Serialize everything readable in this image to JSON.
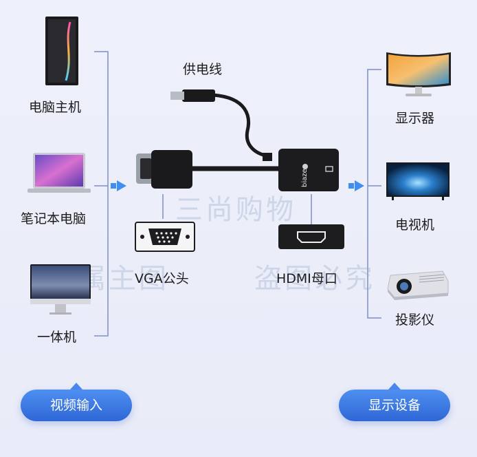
{
  "sources": [
    {
      "label": "电脑主机",
      "icon": "desktop-tower-icon"
    },
    {
      "label": "笔记本电脑",
      "icon": "laptop-icon"
    },
    {
      "label": "一体机",
      "icon": "all-in-one-pc-icon"
    }
  ],
  "displays": [
    {
      "label": "显示器",
      "icon": "curved-monitor-icon"
    },
    {
      "label": "电视机",
      "icon": "television-icon"
    },
    {
      "label": "投影仪",
      "icon": "projector-icon"
    }
  ],
  "adapter": {
    "power_label": "供电线",
    "vga_label": "VGA公头",
    "hdmi_label": "HDMI母口",
    "brand": "biaze"
  },
  "badges": {
    "input": "视频输入",
    "output": "显示设备"
  },
  "watermarks": [
    "三尚购物",
    "专属主图",
    "盗图必究"
  ],
  "colors": {
    "accent": "#3a78e3",
    "line": "#7a8fc4",
    "arrow": "#3f8ef0"
  }
}
